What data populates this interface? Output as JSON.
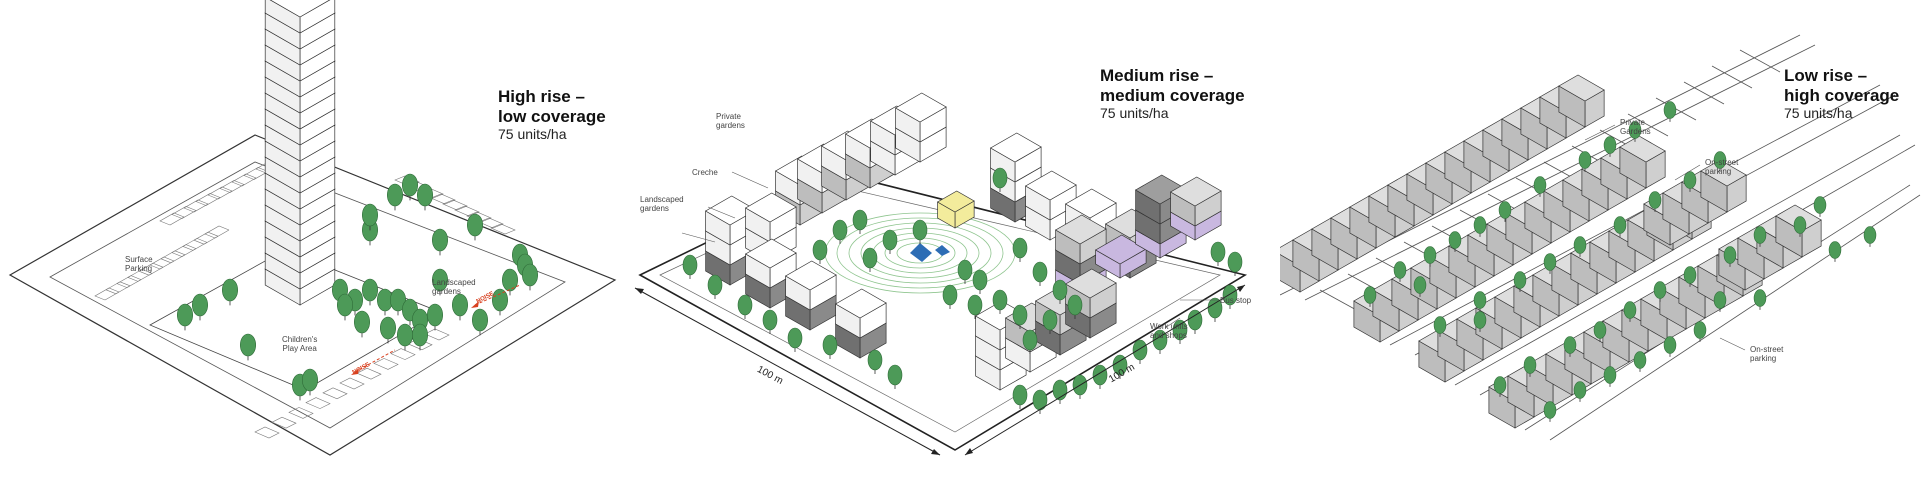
{
  "panels": [
    {
      "title_line1": "High rise –",
      "title_line2": "low coverage",
      "density": "75 units/ha",
      "labels": {
        "surface_parking_1": "Surface",
        "surface_parking_2": "Parking",
        "landscaped_gardens_1": "Landscaped",
        "landscaped_gardens_2": "gardens",
        "play_area_1": "Children's",
        "play_area_2": "Play Area",
        "noise_1": "NOISE",
        "noise_2": "NOISE"
      }
    },
    {
      "title_line1": "Medium rise –",
      "title_line2": "medium coverage",
      "density": "75 units/ha",
      "labels": {
        "private_gardens_1": "Private",
        "private_gardens_2": "gardens",
        "creche": "Creche",
        "landscaped_gardens_1": "Landscaped",
        "landscaped_gardens_2": "gardens",
        "bus_stop": "Bus stop",
        "work_units_1": "Work units",
        "work_units_2": "and shops",
        "dim_left": "100 m",
        "dim_right": "100 m"
      }
    },
    {
      "title_line1": "Low rise –",
      "title_line2": "high coverage",
      "density": "75 units/ha",
      "labels": {
        "private_gardens_1": "Private",
        "private_gardens_2": "Gardens",
        "onstreet_top_1": "On-street",
        "onstreet_top_2": "parking",
        "onstreet_bottom_1": "On-street",
        "onstreet_bottom_2": "parking"
      }
    }
  ],
  "colors": {
    "tree": "#4d9a58",
    "tree_edge": "#2f6b38",
    "building": "#ffffff",
    "building_grey": "#cfcfcf",
    "building_dark": "#8a8a8a",
    "accent_purple": "#c9b8e0",
    "creche": "#f3ec9c",
    "noise": "#d8401f",
    "line": "#333333"
  }
}
